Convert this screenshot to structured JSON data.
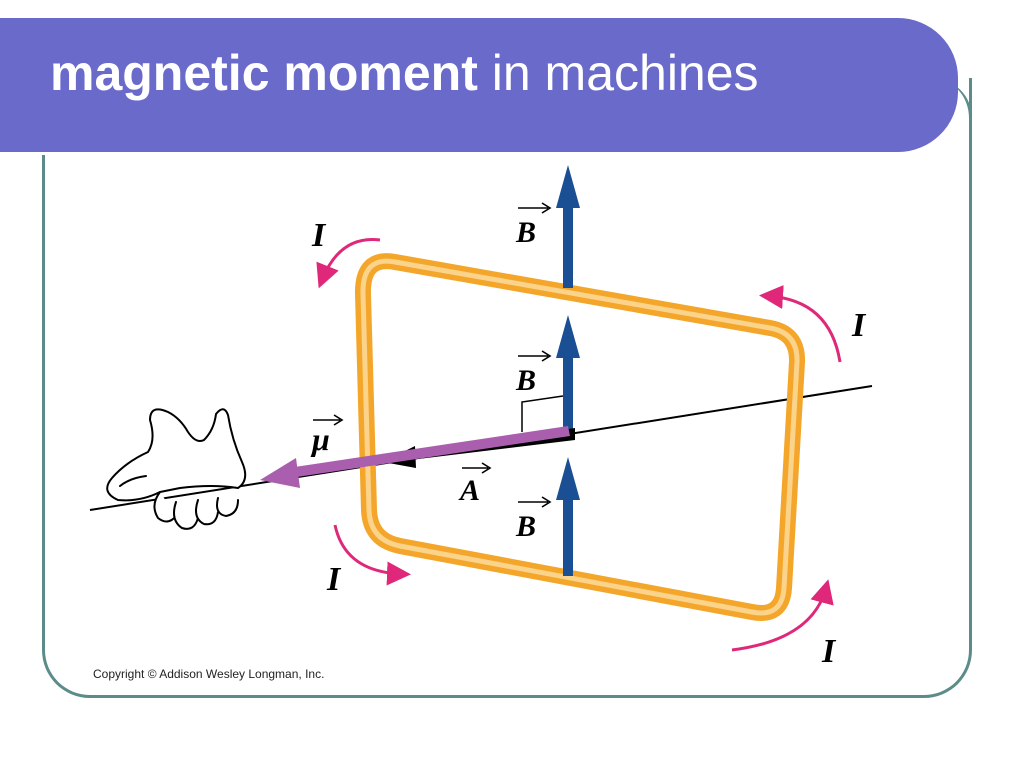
{
  "title": {
    "bold": "magnetic moment",
    "rest": " in machines"
  },
  "labels": {
    "current": "I",
    "field": "B",
    "moment": "μ",
    "area": "A"
  },
  "copyright": "Copyright © Addison Wesley Longman, Inc.",
  "colors": {
    "title_bar": "#6a6acb",
    "frame": "#5b8c8a",
    "loop": "#f4a62a",
    "field_arrow": "#1a4f94",
    "moment_arrow": "#a95fae",
    "current_arrow": "#e0287a"
  }
}
